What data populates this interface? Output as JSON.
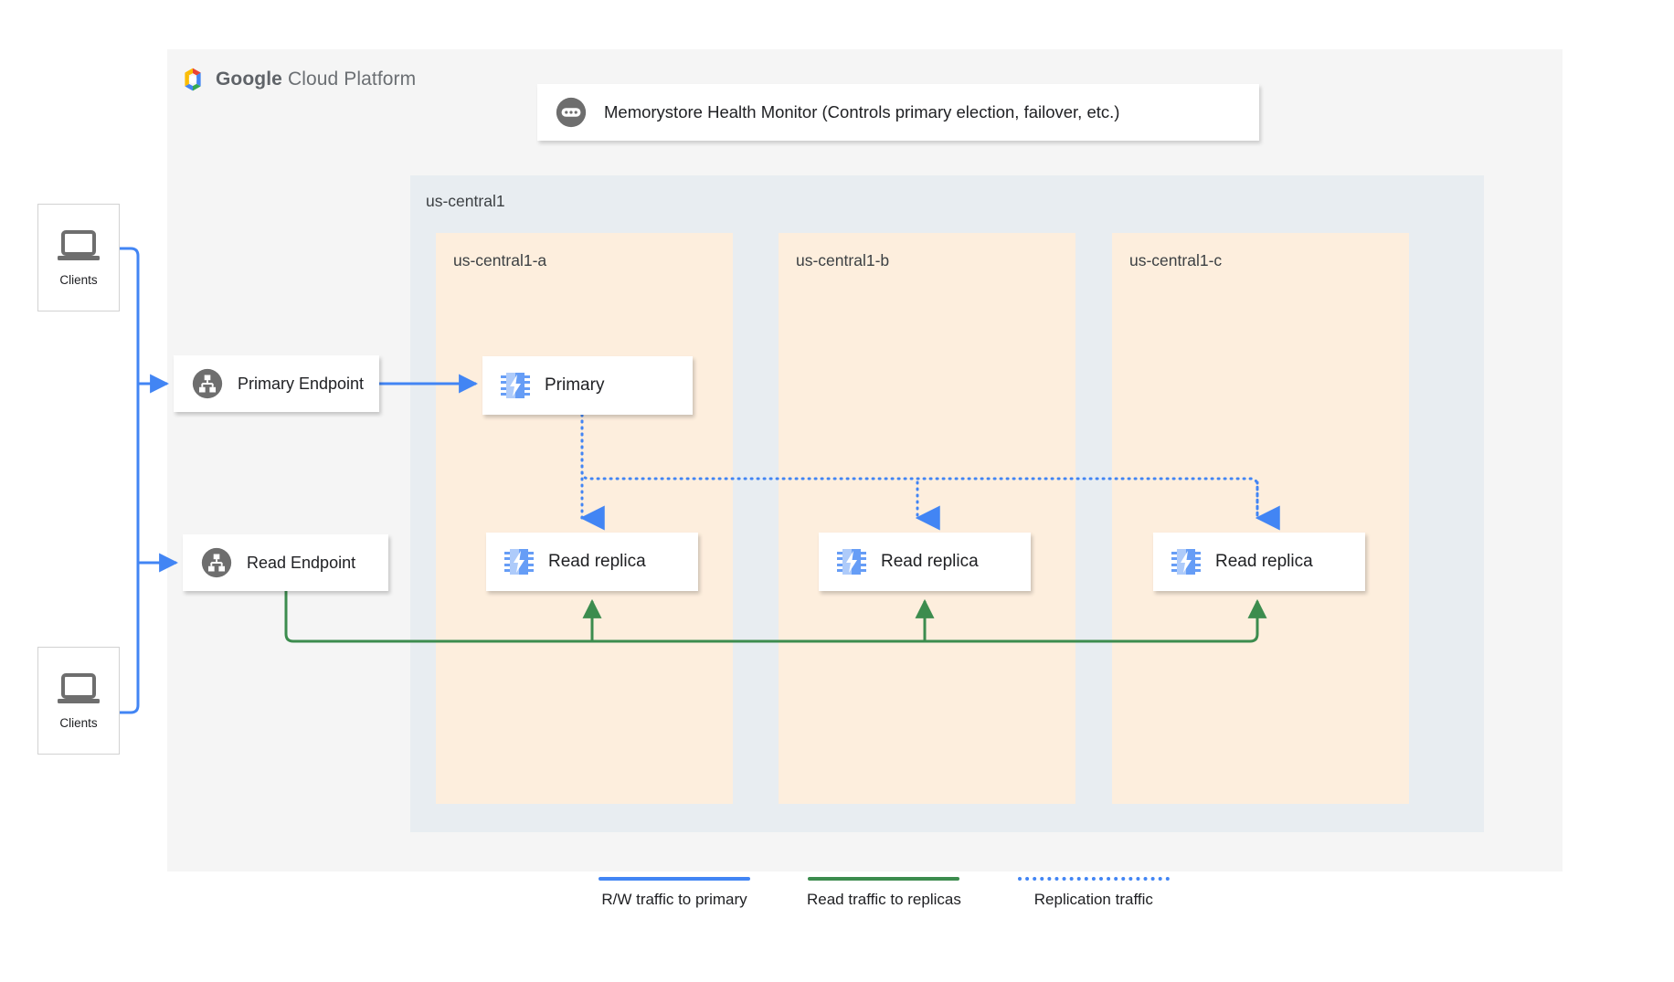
{
  "platform": {
    "name_bold": "Google",
    "name_rest": "Cloud Platform",
    "logo_icon": "google-cloud-hexagon-logo"
  },
  "health_monitor": {
    "icon": "health-monitor-dots-icon",
    "label": "Memorystore Health Monitor (Controls primary election, failover, etc.)"
  },
  "region": {
    "label": "us-central1",
    "zones": [
      {
        "label": "us-central1-a",
        "node": {
          "label": "Primary",
          "icon": "memorystore-chip-icon"
        },
        "replica": {
          "label": "Read replica",
          "icon": "memorystore-chip-icon"
        }
      },
      {
        "label": "us-central1-b",
        "replica": {
          "label": "Read replica",
          "icon": "memorystore-chip-icon"
        }
      },
      {
        "label": "us-central1-c",
        "replica": {
          "label": "Read replica",
          "icon": "memorystore-chip-icon"
        }
      }
    ]
  },
  "endpoints": [
    {
      "label": "Primary Endpoint",
      "icon": "endpoint-network-icon"
    },
    {
      "label": "Read Endpoint",
      "icon": "endpoint-network-icon"
    }
  ],
  "clients": [
    {
      "label": "Clients",
      "icon": "laptop-icon"
    },
    {
      "label": "Clients",
      "icon": "laptop-icon"
    }
  ],
  "legend": [
    {
      "label": "R/W traffic to primary",
      "color": "#4285f4",
      "style": "solid"
    },
    {
      "label": "Read traffic to replicas",
      "color": "#3c8c4e",
      "style": "solid"
    },
    {
      "label": "Replication traffic",
      "color": "#4285f4",
      "style": "dotted"
    }
  ],
  "colors": {
    "canvas": "#f5f5f5",
    "region_fill": "#e8edf1",
    "zone_fill": "#fdeedd",
    "blue": "#4285f4",
    "green": "#3c8c4e",
    "gray_icon": "#6e6e6e",
    "text": "#202124"
  }
}
